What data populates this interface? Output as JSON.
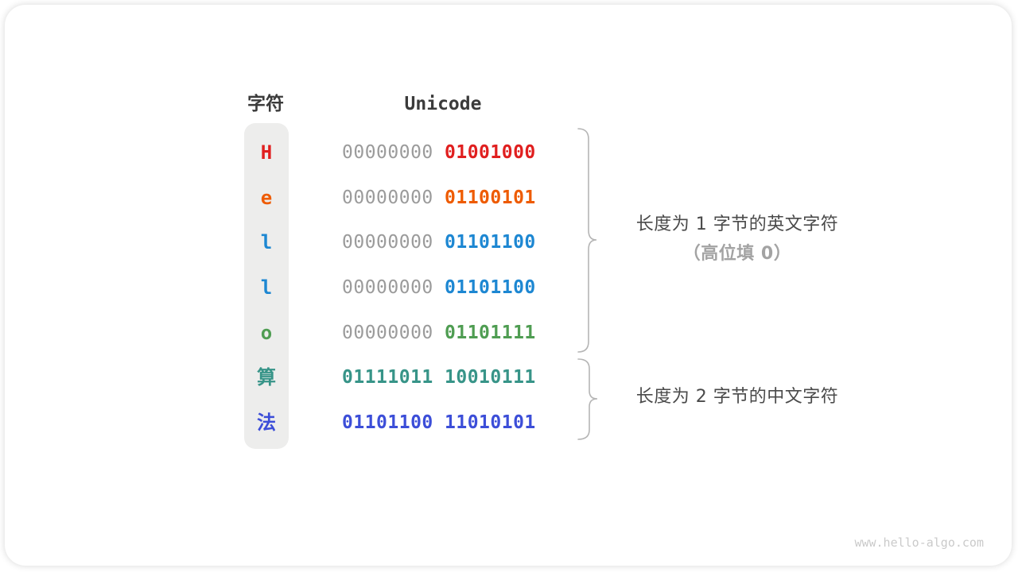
{
  "colors": {
    "red": "#e01f1f",
    "orange": "#ee5b00",
    "blue": "#1d87d2",
    "green": "#4f9d52",
    "teal": "#379488",
    "indigo": "#3c4ed8",
    "binary_muted": "#9b9b9b",
    "header_text": "#3b3b3b",
    "annotation_text": "#4a4a4a",
    "annotation_sub_text": "#a3a3a3",
    "brace": "#b5b5b5",
    "char_column_bg": "#ededec",
    "watermark_text": "#cacaca"
  },
  "table": {
    "char_header": "字符",
    "unicode_header": "Unicode",
    "rows": [
      {
        "char": "H",
        "char_color": "#e01f1f",
        "byte1": "00000000",
        "byte1_color": "#9b9b9b",
        "byte2": "01001000",
        "byte2_color": "#e01f1f"
      },
      {
        "char": "e",
        "char_color": "#ee5b00",
        "byte1": "00000000",
        "byte1_color": "#9b9b9b",
        "byte2": "01100101",
        "byte2_color": "#ee5b00"
      },
      {
        "char": "l",
        "char_color": "#1d87d2",
        "byte1": "00000000",
        "byte1_color": "#9b9b9b",
        "byte2": "01101100",
        "byte2_color": "#1d87d2"
      },
      {
        "char": "l",
        "char_color": "#1d87d2",
        "byte1": "00000000",
        "byte1_color": "#9b9b9b",
        "byte2": "01101100",
        "byte2_color": "#1d87d2"
      },
      {
        "char": "o",
        "char_color": "#4f9d52",
        "byte1": "00000000",
        "byte1_color": "#9b9b9b",
        "byte2": "01101111",
        "byte2_color": "#4f9d52"
      },
      {
        "char": "算",
        "char_color": "#379488",
        "byte1": "01111011",
        "byte1_color": "#379488",
        "byte2": "10010111",
        "byte2_color": "#379488"
      },
      {
        "char": "法",
        "char_color": "#3c4ed8",
        "byte1": "01101100",
        "byte1_color": "#3c4ed8",
        "byte2": "11010101",
        "byte2_color": "#3c4ed8"
      }
    ]
  },
  "annotations": {
    "group1_line1": "长度为 1 字节的英文字符",
    "group1_line2": "（高位填 0）",
    "group2": "长度为 2 字节的中文字符"
  },
  "watermark": "www.hello-algo.com"
}
